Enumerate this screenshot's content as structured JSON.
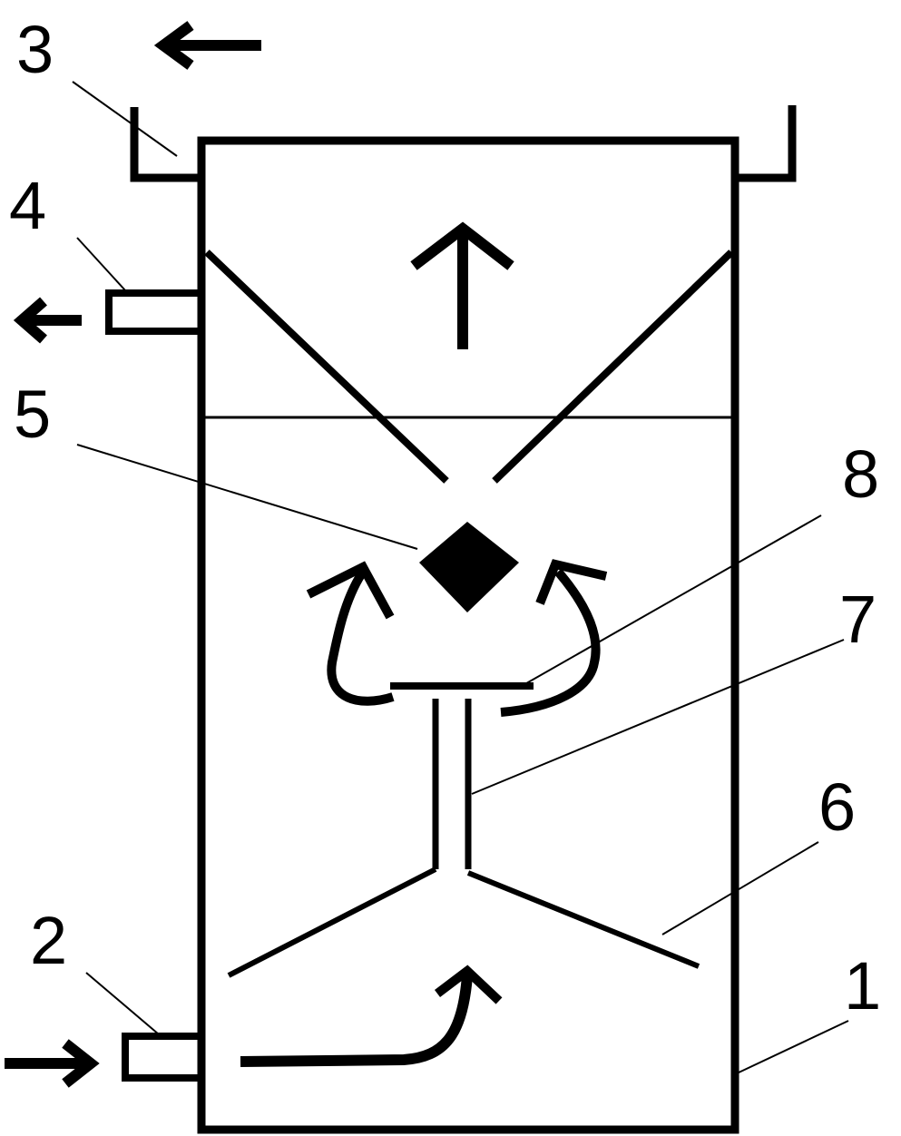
{
  "labels": {
    "l1": "1",
    "l2": "2",
    "l3": "3",
    "l4": "4",
    "l5": "5",
    "l6": "6",
    "l7": "7",
    "l8": "8"
  },
  "colors": {
    "ink": "#000000",
    "paper": "#ffffff"
  }
}
